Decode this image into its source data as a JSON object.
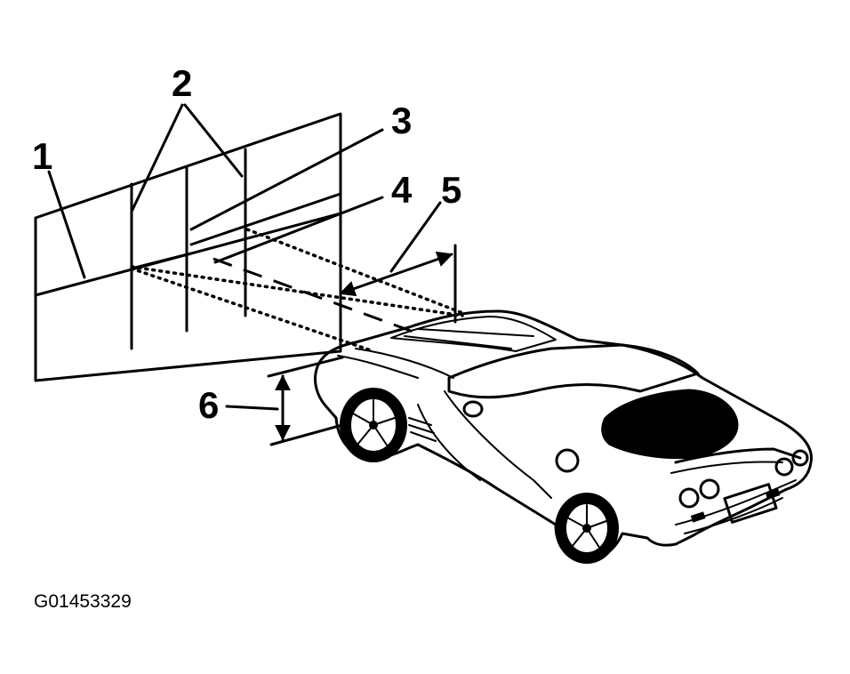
{
  "callouts": {
    "c1": "1",
    "c2": "2",
    "c3": "3",
    "c4": "4",
    "c5": "5",
    "c6": "6"
  },
  "figure_id": "G01453329"
}
